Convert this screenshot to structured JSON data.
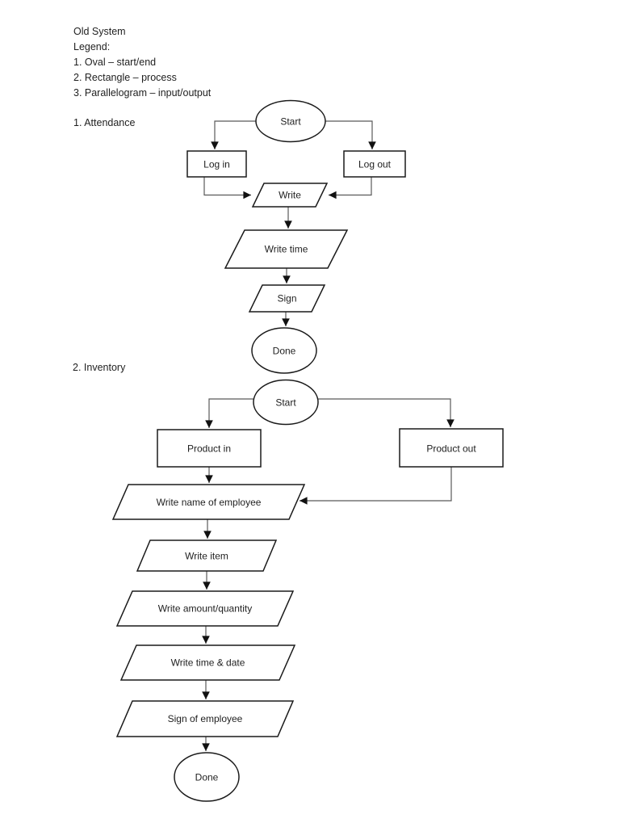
{
  "header": {
    "title": "Old System",
    "legend_heading": "Legend:",
    "legend_items": [
      "1. Oval – start/end",
      "2. Rectangle – process",
      "3. Parallelogram – input/output"
    ]
  },
  "attendance": {
    "section_label": "1. Attendance",
    "nodes": {
      "start": "Start",
      "log_in": "Log in",
      "log_out": "Log out",
      "write": "Write",
      "write_time": "Write time",
      "sign": "Sign",
      "done": "Done"
    }
  },
  "inventory": {
    "section_label": "2. Inventory",
    "nodes": {
      "start": "Start",
      "product_in": "Product in",
      "product_out": "Product out",
      "write_name": "Write name of employee",
      "write_item": "Write item",
      "write_amount": "Write amount/quantity",
      "write_time_date": "Write time & date",
      "sign_of_employee": "Sign of employee",
      "done": "Done"
    }
  },
  "colors": {
    "shape_stroke": "#1a1a1a",
    "connector": "#595959",
    "text": "#1f1f1f",
    "background": "#ffffff"
  }
}
